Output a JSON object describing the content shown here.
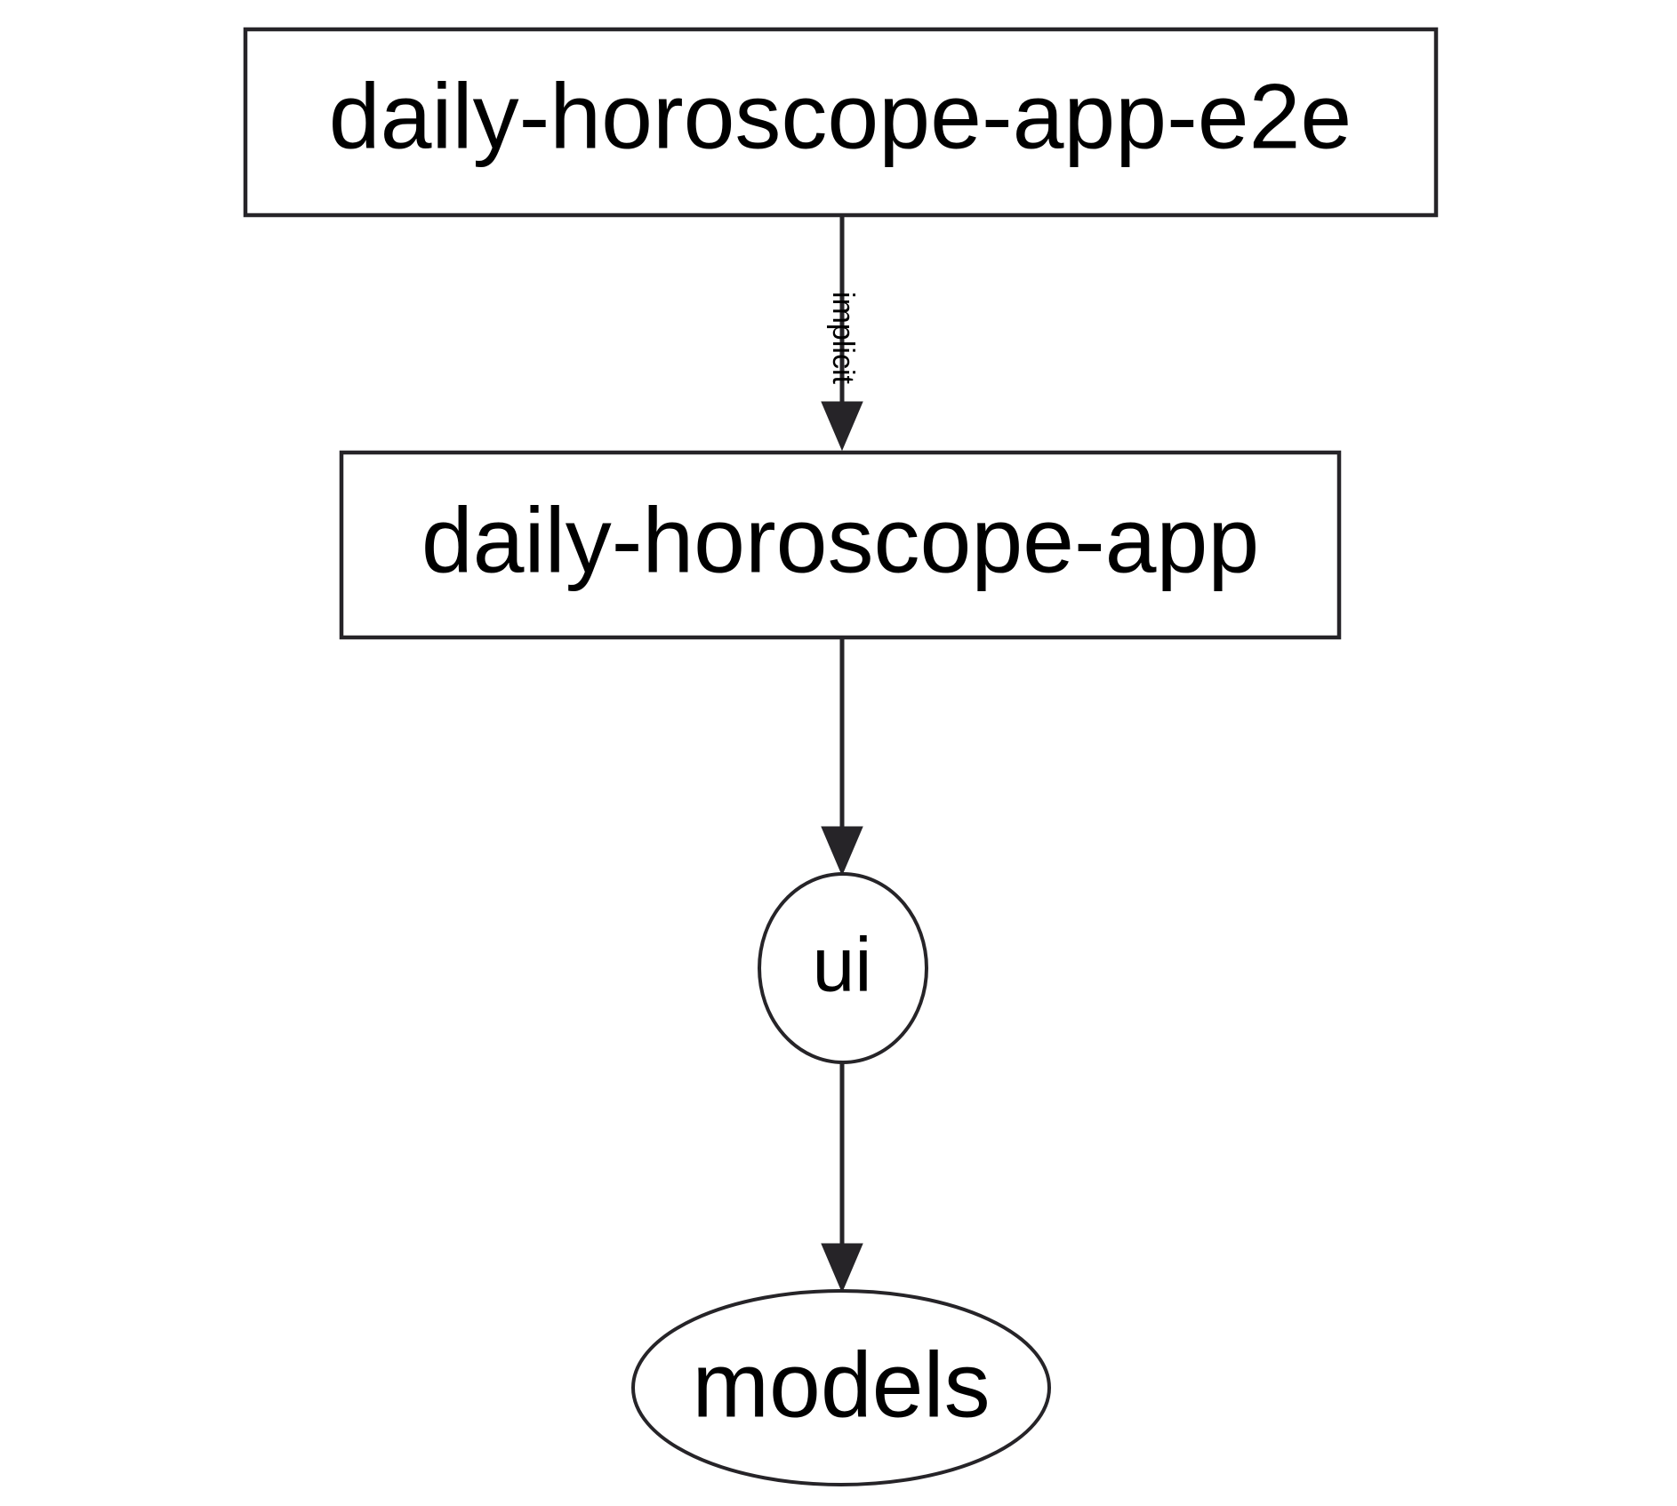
{
  "diagram": {
    "type": "dependency-graph",
    "background_color": "#ffffff",
    "stroke_color": "#262428",
    "text_color": "#000000",
    "nodes": [
      {
        "id": "daily-horoscope-app-e2e",
        "label": "daily-horoscope-app-e2e",
        "shape": "rectangle"
      },
      {
        "id": "daily-horoscope-app",
        "label": "daily-horoscope-app",
        "shape": "rectangle"
      },
      {
        "id": "ui",
        "label": "ui",
        "shape": "ellipse"
      },
      {
        "id": "models",
        "label": "models",
        "shape": "ellipse"
      }
    ],
    "edges": [
      {
        "from": "daily-horoscope-app-e2e",
        "to": "daily-horoscope-app",
        "label": "implicit",
        "label_orientation": "vertical",
        "arrowhead": "solid-triangle"
      },
      {
        "from": "daily-horoscope-app",
        "to": "ui",
        "label": "",
        "arrowhead": "solid-triangle"
      },
      {
        "from": "ui",
        "to": "models",
        "label": "",
        "arrowhead": "solid-triangle"
      }
    ]
  }
}
